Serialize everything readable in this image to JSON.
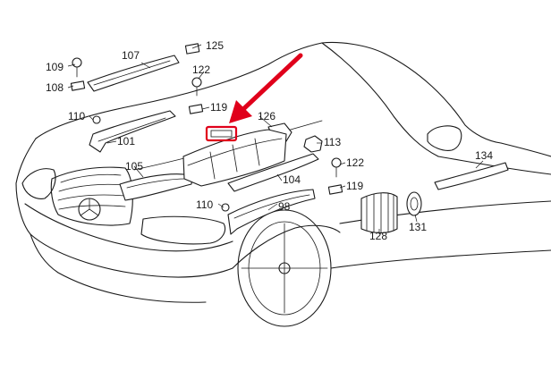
{
  "diagram": {
    "labels": [
      "107",
      "125",
      "109",
      "108",
      "122",
      "119",
      "110",
      "126",
      "101",
      "113",
      "105",
      "122",
      "134",
      "104",
      "110",
      "98",
      "119",
      "128",
      "131"
    ],
    "highlight": {
      "text": "",
      "color": "#e0001b"
    }
  }
}
